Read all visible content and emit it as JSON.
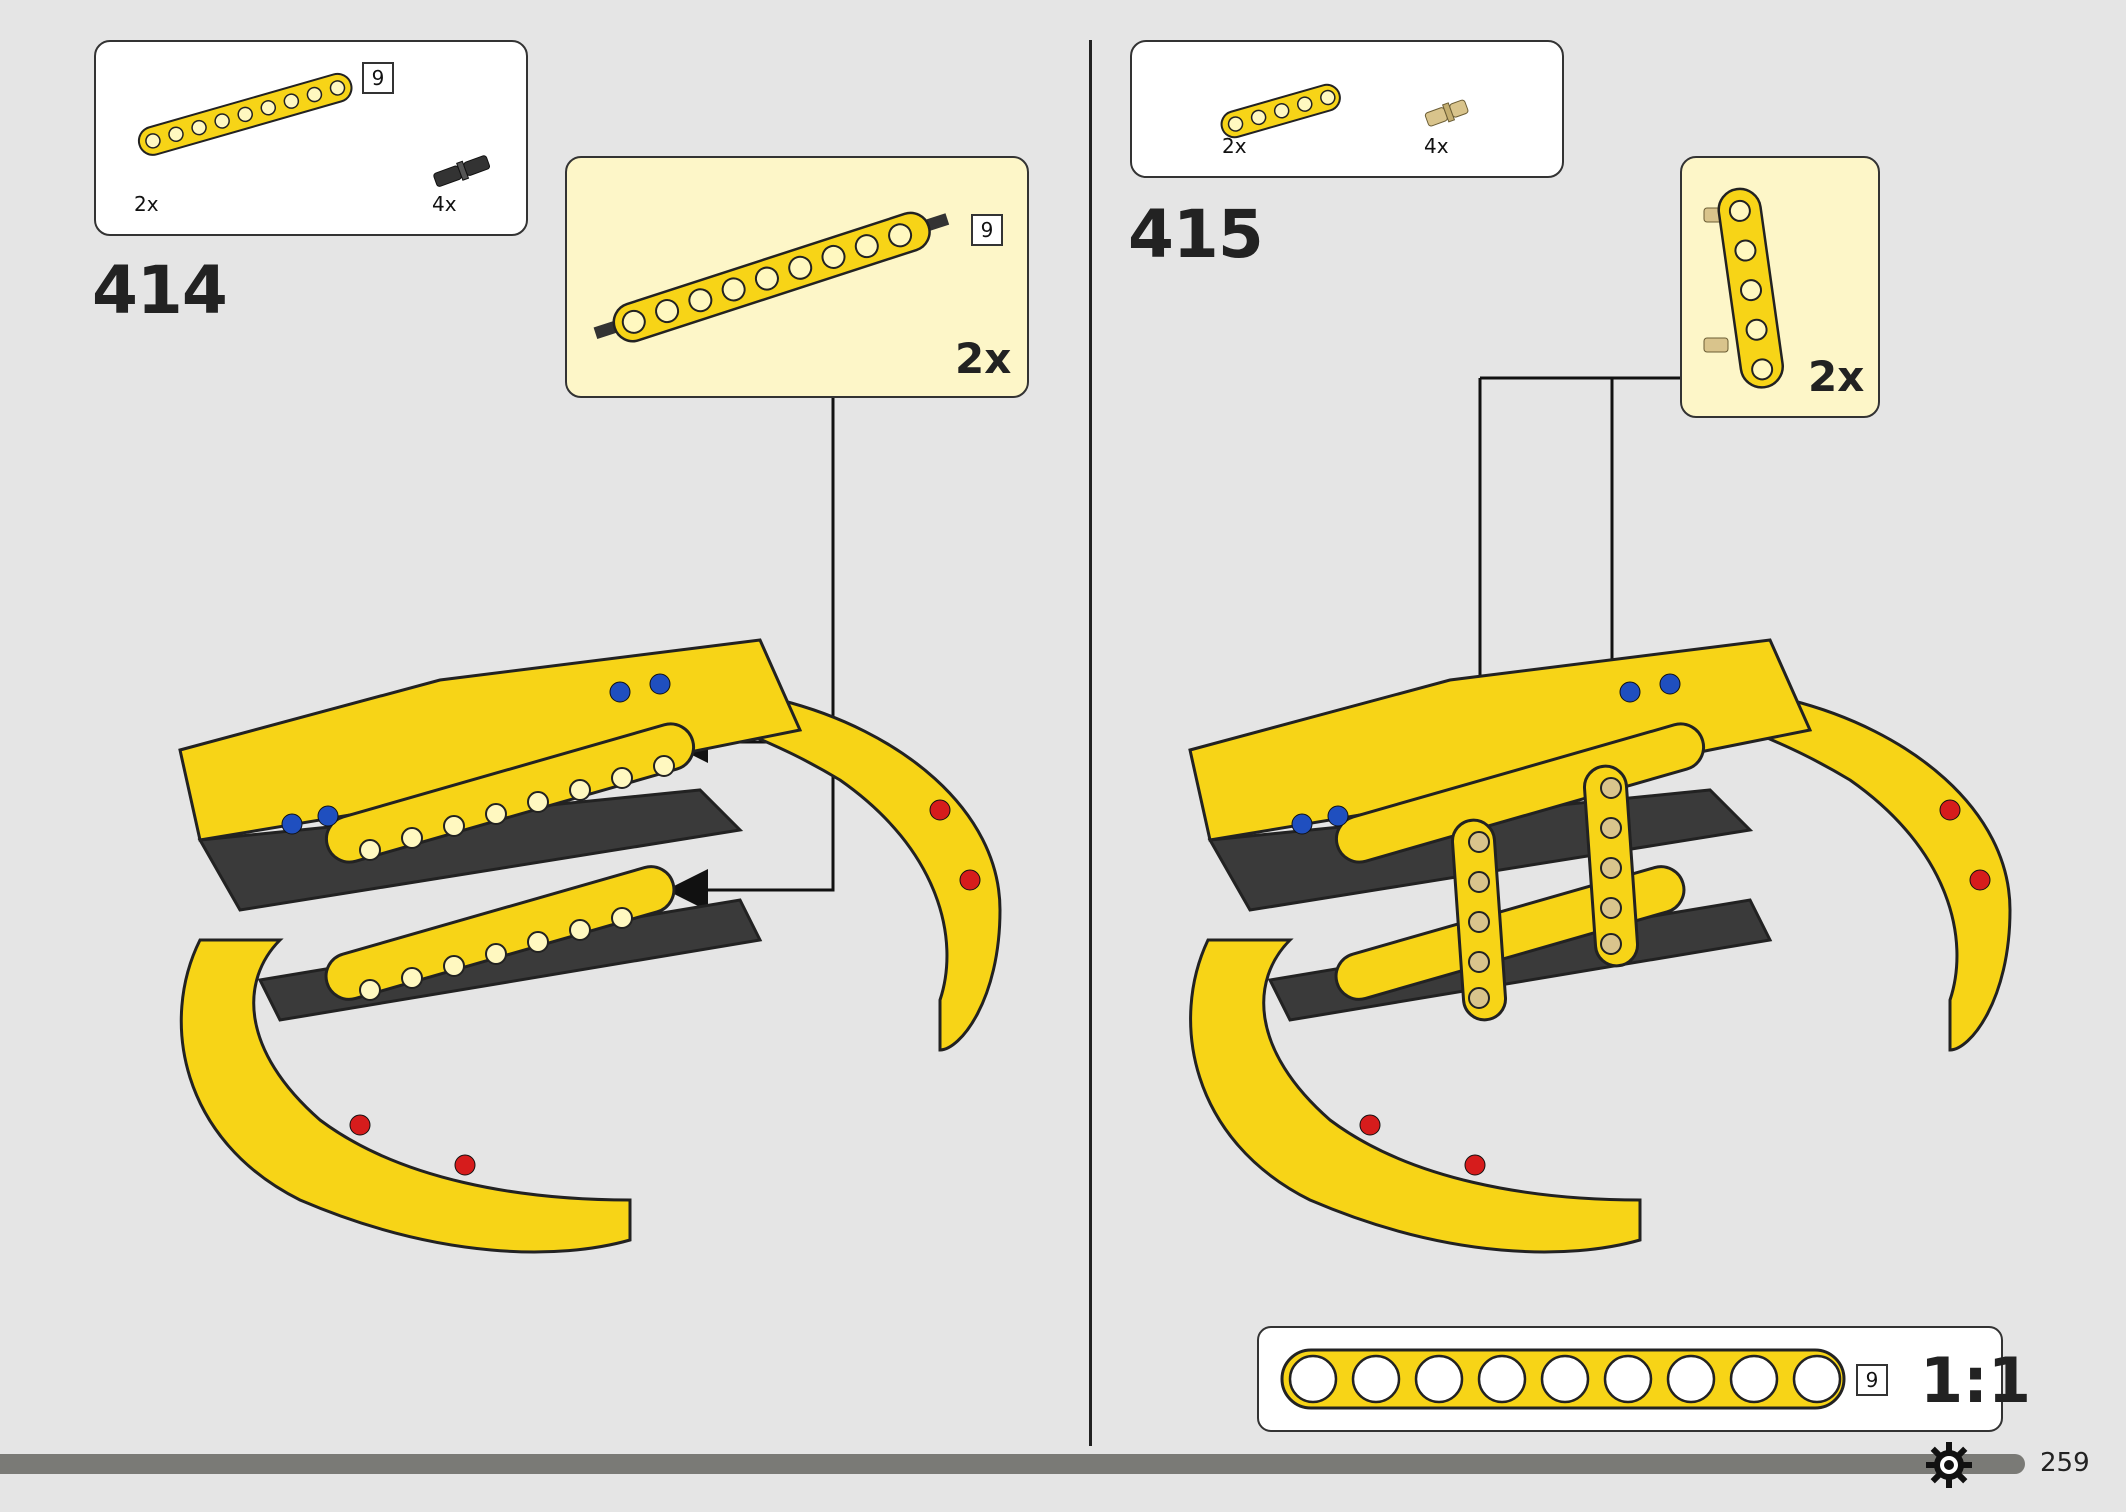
{
  "step414": {
    "number": "414",
    "parts": [
      {
        "qty": "2x",
        "icon": "yellow-beam-9-icon",
        "length": "9"
      },
      {
        "qty": "4x",
        "icon": "black-pin-icon"
      }
    ],
    "callout": {
      "length": "9",
      "multiplier": "2x"
    }
  },
  "step415": {
    "number": "415",
    "parts": [
      {
        "qty": "2x",
        "icon": "yellow-beam-5-icon"
      },
      {
        "qty": "4x",
        "icon": "tan-pin-icon"
      }
    ],
    "callout": {
      "multiplier": "2x"
    }
  },
  "scale": {
    "length": "9",
    "label": "1:1"
  },
  "page_number": "259",
  "colors": {
    "background": "#e5e5e5",
    "yellow": "#f7d417",
    "callout_bg": "#fdf6c8",
    "dark_gray": "#3a3a3a"
  }
}
